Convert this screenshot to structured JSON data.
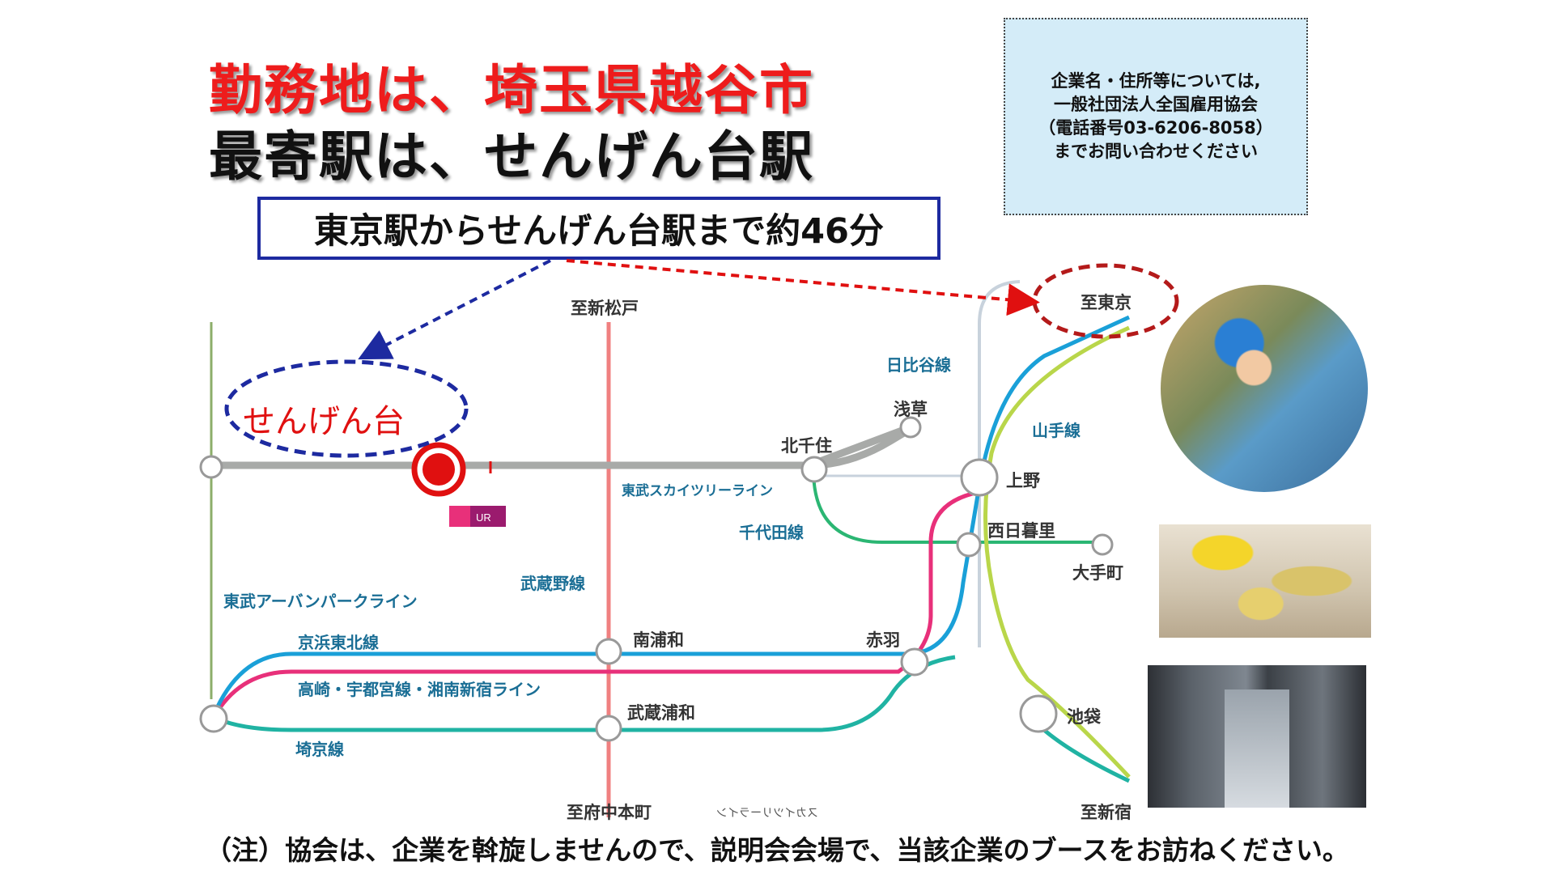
{
  "title": {
    "line1": "勤務地は、埼玉県越谷市",
    "line2": "最寄駅は、せんげん台駅"
  },
  "contact": {
    "lines": [
      "企業名・住所等については,",
      "一般社団法人全国雇用協会",
      "（電話番号03-6206-8058）",
      "までお問い合わせください"
    ]
  },
  "route_box": "東京駅からせんげん台駅まで約46分",
  "map": {
    "highlight_station": "せんげん台",
    "to_tokyo": "至東京",
    "directions": {
      "shinmatsudo": "至新松戸",
      "fuchu_honmachi": "至府中本町",
      "shinjuku": "至新宿"
    },
    "stations": {
      "asakusa": "浅草",
      "kitasenju": "北千住",
      "ueno": "上野",
      "nishinippori": "西日暮里",
      "otemachi": "大手町",
      "akabane": "赤羽",
      "minamiurawa": "南浦和",
      "musashiurawa": "武蔵浦和",
      "ikebukuro": "池袋"
    },
    "lines": {
      "hibiya": "日比谷線",
      "yamanote": "山手線",
      "tobu_skytree": "東武スカイツリーライン",
      "chiyoda": "千代田線",
      "musashino": "武蔵野線",
      "tobu_urbanpark": "東武アーバンパークライン",
      "keihin_tohoku": "京浜東北線",
      "takasaki": "高崎・宇都宮線・湘南新宿ライン",
      "saikyo": "埼京線"
    },
    "mirror_text": "スカイツリーライン",
    "logo_text": "UR",
    "colors": {
      "skytree": "#a8aaa8",
      "jr_green": "#8cc63f",
      "keihin": "#1aa0d8",
      "takasaki": "#e8307a",
      "saikyo": "#20b3a3",
      "chiyoda": "#2bb673",
      "musashino": "#f08080",
      "hibiya": "#aab9c8",
      "highlight": "#e01010"
    }
  },
  "footnote": "（注）協会は、企業を斡旋しませんので、説明会会場で、当該企業のブースをお訪ねください。",
  "photos": [
    "worker-photo",
    "oil-bottle-photo",
    "factory-photo"
  ]
}
